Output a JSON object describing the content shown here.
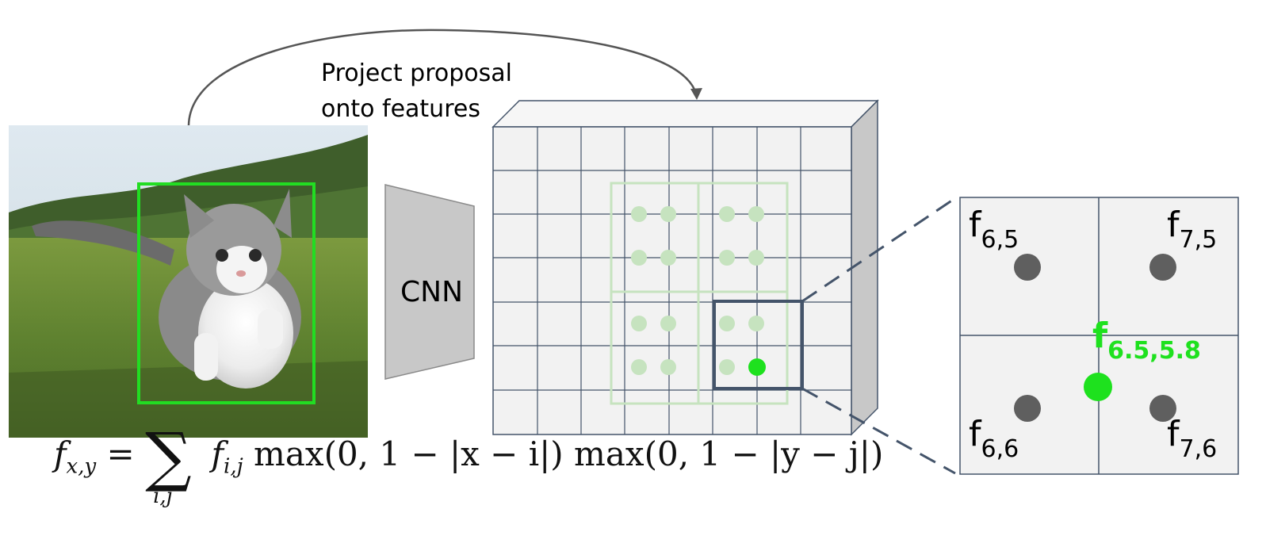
{
  "annotation": {
    "line1": "Project proposal",
    "line2": "onto features"
  },
  "network": {
    "label": "CNN"
  },
  "zoom_labels": {
    "top_left": {
      "base": "f",
      "sub": "6,5"
    },
    "top_right": {
      "base": "f",
      "sub": "7,5"
    },
    "bottom_left": {
      "base": "f",
      "sub": "6,6"
    },
    "bottom_right": {
      "base": "f",
      "sub": "7,6"
    },
    "sample": {
      "base": "f",
      "sub": "6.5,5.8"
    }
  },
  "formula": {
    "lhs": "f",
    "lhs_sub": "x,y",
    "equals": "=",
    "sum_sub": "i,j",
    "term": "f",
    "term_sub": "i,j",
    "rest": "max(0, 1 − |x − i|) max(0, 1 − |y − j|)"
  },
  "colors": {
    "proposal_box": "#22dd22",
    "sample_point": "#1ee11e",
    "grid_points": "#c6e3bf",
    "highlight_cell": "#44546a",
    "feature_face": "#f2f2f2",
    "feature_side": "#c8c8c8",
    "zoom_corner_dots": "#5f5f5f"
  },
  "image": {
    "subject": "kitten-photo"
  }
}
